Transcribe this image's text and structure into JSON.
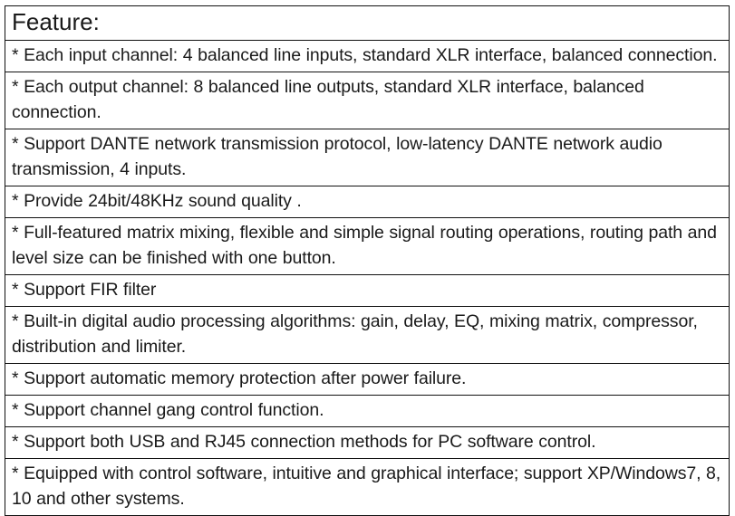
{
  "document": {
    "title": "Feature:",
    "background_color": "#ffffff",
    "text_color": "#1a1a1a",
    "border_color": "#111111"
  },
  "table": {
    "header": "Feature:",
    "rows": [
      {
        "text": "* Each input channel: 4 balanced line inputs, standard XLR interface, balanced connection."
      },
      {
        "text": "* Each output channel: 8 balanced line outputs, standard XLR interface, balanced connection."
      },
      {
        "text": "* Support DANTE network transmission protocol, low-latency DANTE network audio transmission, 4 inputs."
      },
      {
        "text": "* Provide 24bit/48KHz sound quality ."
      },
      {
        "text": "* Full-featured matrix mixing, flexible and simple signal routing operations, routing path and level size can be finished with one button."
      },
      {
        "text": "* Support FIR filter"
      },
      {
        "text": "* Built-in digital audio processing algorithms: gain, delay, EQ, mixing matrix, compressor, distribution and limiter."
      },
      {
        "text": "* Support automatic memory protection after power failure."
      },
      {
        "text": "* Support channel gang control function."
      },
      {
        "text": "* Support both USB and RJ45 connection methods for PC software control."
      },
      {
        "text": "* Equipped with control software, intuitive and graphical interface; support XP/Windows7, 8, 10 and other systems."
      }
    ]
  }
}
